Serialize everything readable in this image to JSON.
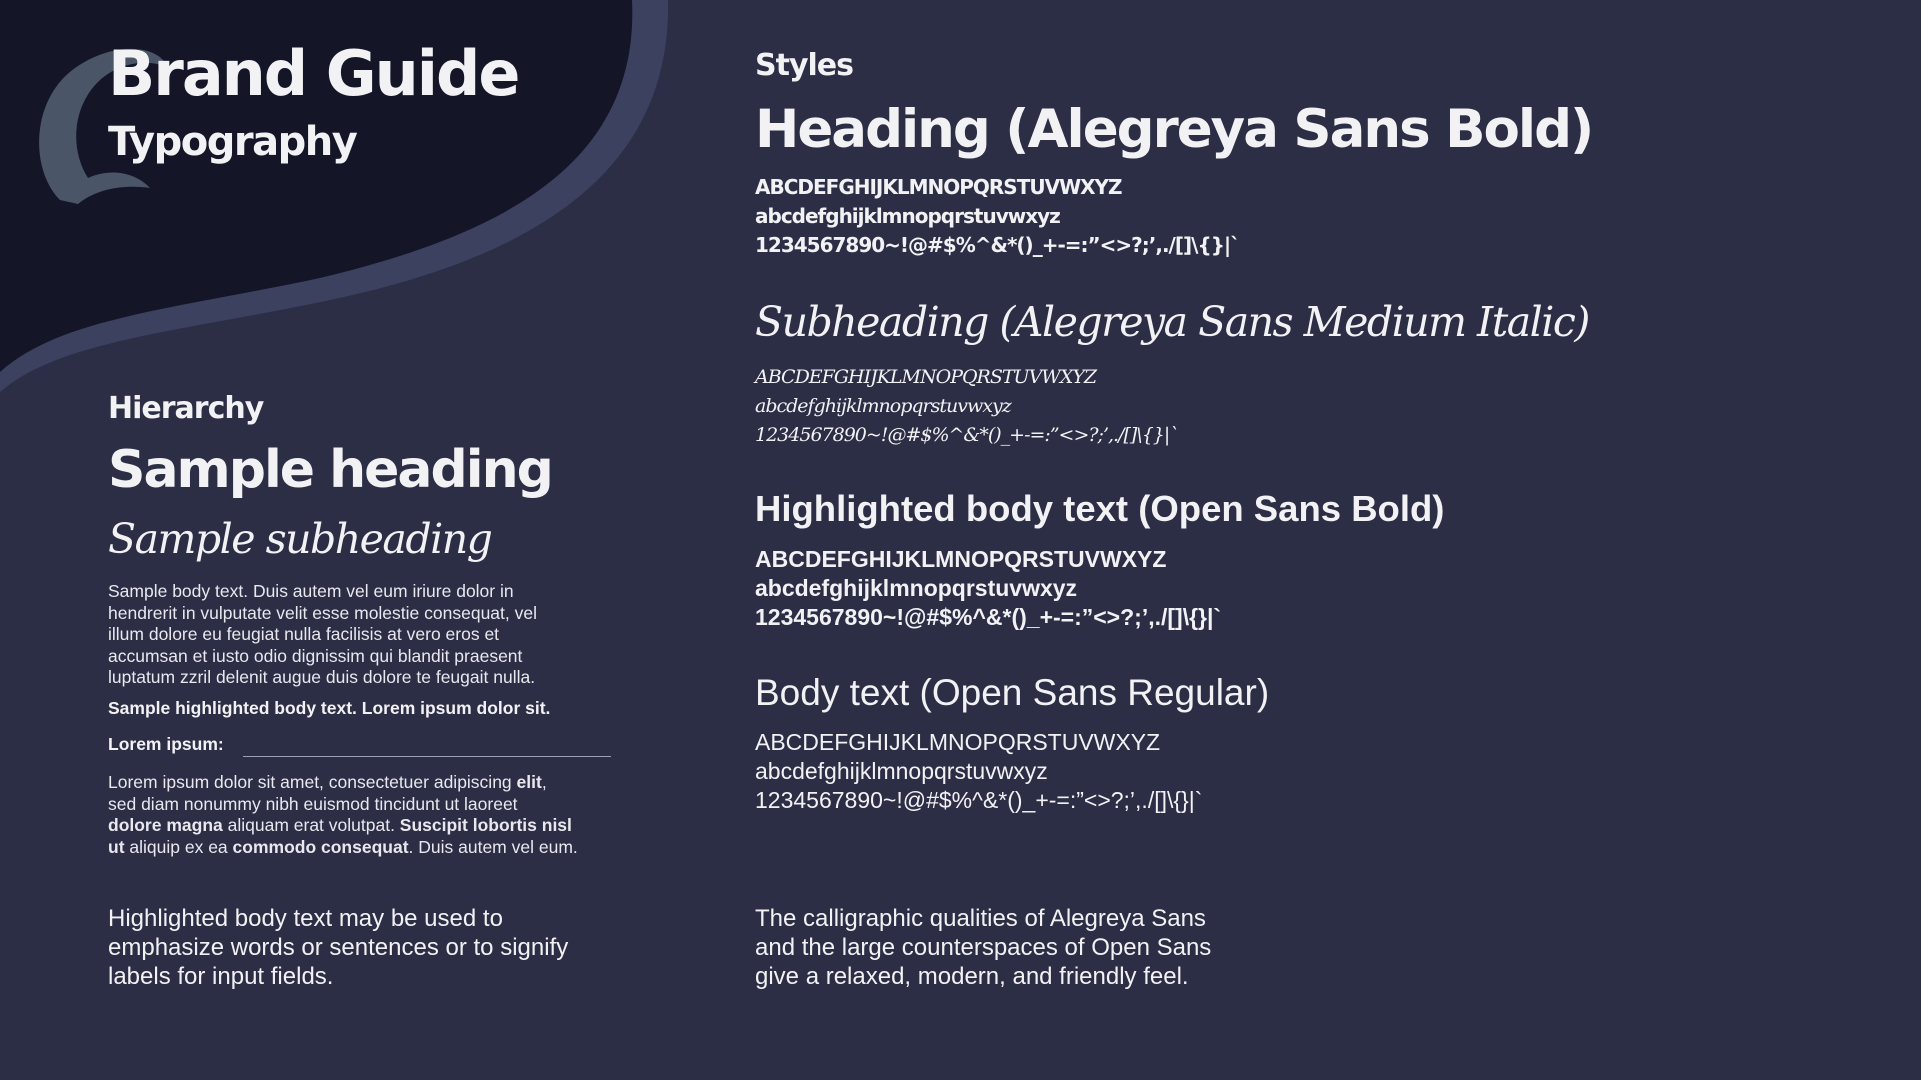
{
  "header": {
    "title": "Brand Guide",
    "subtitle": "Typography"
  },
  "colors": {
    "background": "#2b2e45",
    "dark_swoosh": "#141628",
    "swoosh_edge": "#3d4160",
    "logo": "#4a5568",
    "text": "#f2f2f4"
  },
  "icons": {
    "logo": "brand-leaf-mark"
  },
  "hierarchy": {
    "label": "Hierarchy",
    "sample_heading": "Sample heading",
    "sample_subheading": "Sample subheading",
    "body_lines": [
      "Sample body text. Duis autem vel eum iriure dolor in",
      "hendrerit in vulputate velit esse molestie consequat, vel",
      "illum dolore eu feugiat nulla facilisis at vero eros et",
      "accumsan et iusto odio dignissim qui blandit praesent",
      "luptatum zzril delenit augue duis dolore te feugait nulla."
    ],
    "highlighted_sample": "Sample highlighted body text. Lorem ipsum dolor sit.",
    "input_label": "Lorem ipsum:",
    "input_value": "",
    "rich": {
      "l1_a": "Lorem ipsum dolor sit amet, consectetuer adipiscing ",
      "l1_b": "elit",
      "l1_c": ",",
      "l2": "sed diam nonummy nibh euismod tincidunt ut laoreet",
      "l3_a": "dolore magna",
      "l3_b": " aliquam erat volutpat. ",
      "l3_c": "Suscipit lobortis nisl",
      "l4_a": "ut",
      "l4_b": " aliquip ex ea ",
      "l4_c": "commodo consequat",
      "l4_d": ". Duis autem vel eum."
    },
    "footnote_lines": [
      "Highlighted body text may be used to",
      "emphasize words or sentences or to signify",
      "labels for input fields."
    ]
  },
  "styles": {
    "label": "Styles",
    "samples": [
      {
        "title": "Heading (Alegreya Sans Bold)",
        "glyphs": [
          "ABCDEFGHIJKLMNOPQRSTUVWXYZ",
          "abcdefghijklmnopqrstuvwxyz",
          "1234567890~!@#$%^&*()_+-=:”<>?;’,./[]\\{}|`"
        ]
      },
      {
        "title": "Subheading (Alegreya Sans Medium Italic)",
        "glyphs": [
          "ABCDEFGHIJKLMNOPQRSTUVWXYZ",
          "abcdefghijklmnopqrstuvwxyz",
          "1234567890~!@#$%^&*()_+-=:”<>?;’,./[]\\{}|`"
        ]
      },
      {
        "title": "Highlighted body text (Open Sans Bold)",
        "glyphs": [
          "ABCDEFGHIJKLMNOPQRSTUVWXYZ",
          "abcdefghijklmnopqrstuvwxyz",
          "1234567890~!@#$%^&*()_+-=:”<>?;’,./[]\\{}|`"
        ]
      },
      {
        "title": "Body text (Open Sans Regular)",
        "glyphs": [
          "ABCDEFGHIJKLMNOPQRSTUVWXYZ",
          "abcdefghijklmnopqrstuvwxyz",
          "1234567890~!@#$%^&*()_+-=:”<>?;’,./[]\\{}|`"
        ]
      }
    ],
    "footnote_lines": [
      "The calligraphic qualities of Alegreya Sans",
      "and the large counterspaces of Open Sans",
      "give a relaxed, modern, and friendly feel."
    ]
  }
}
